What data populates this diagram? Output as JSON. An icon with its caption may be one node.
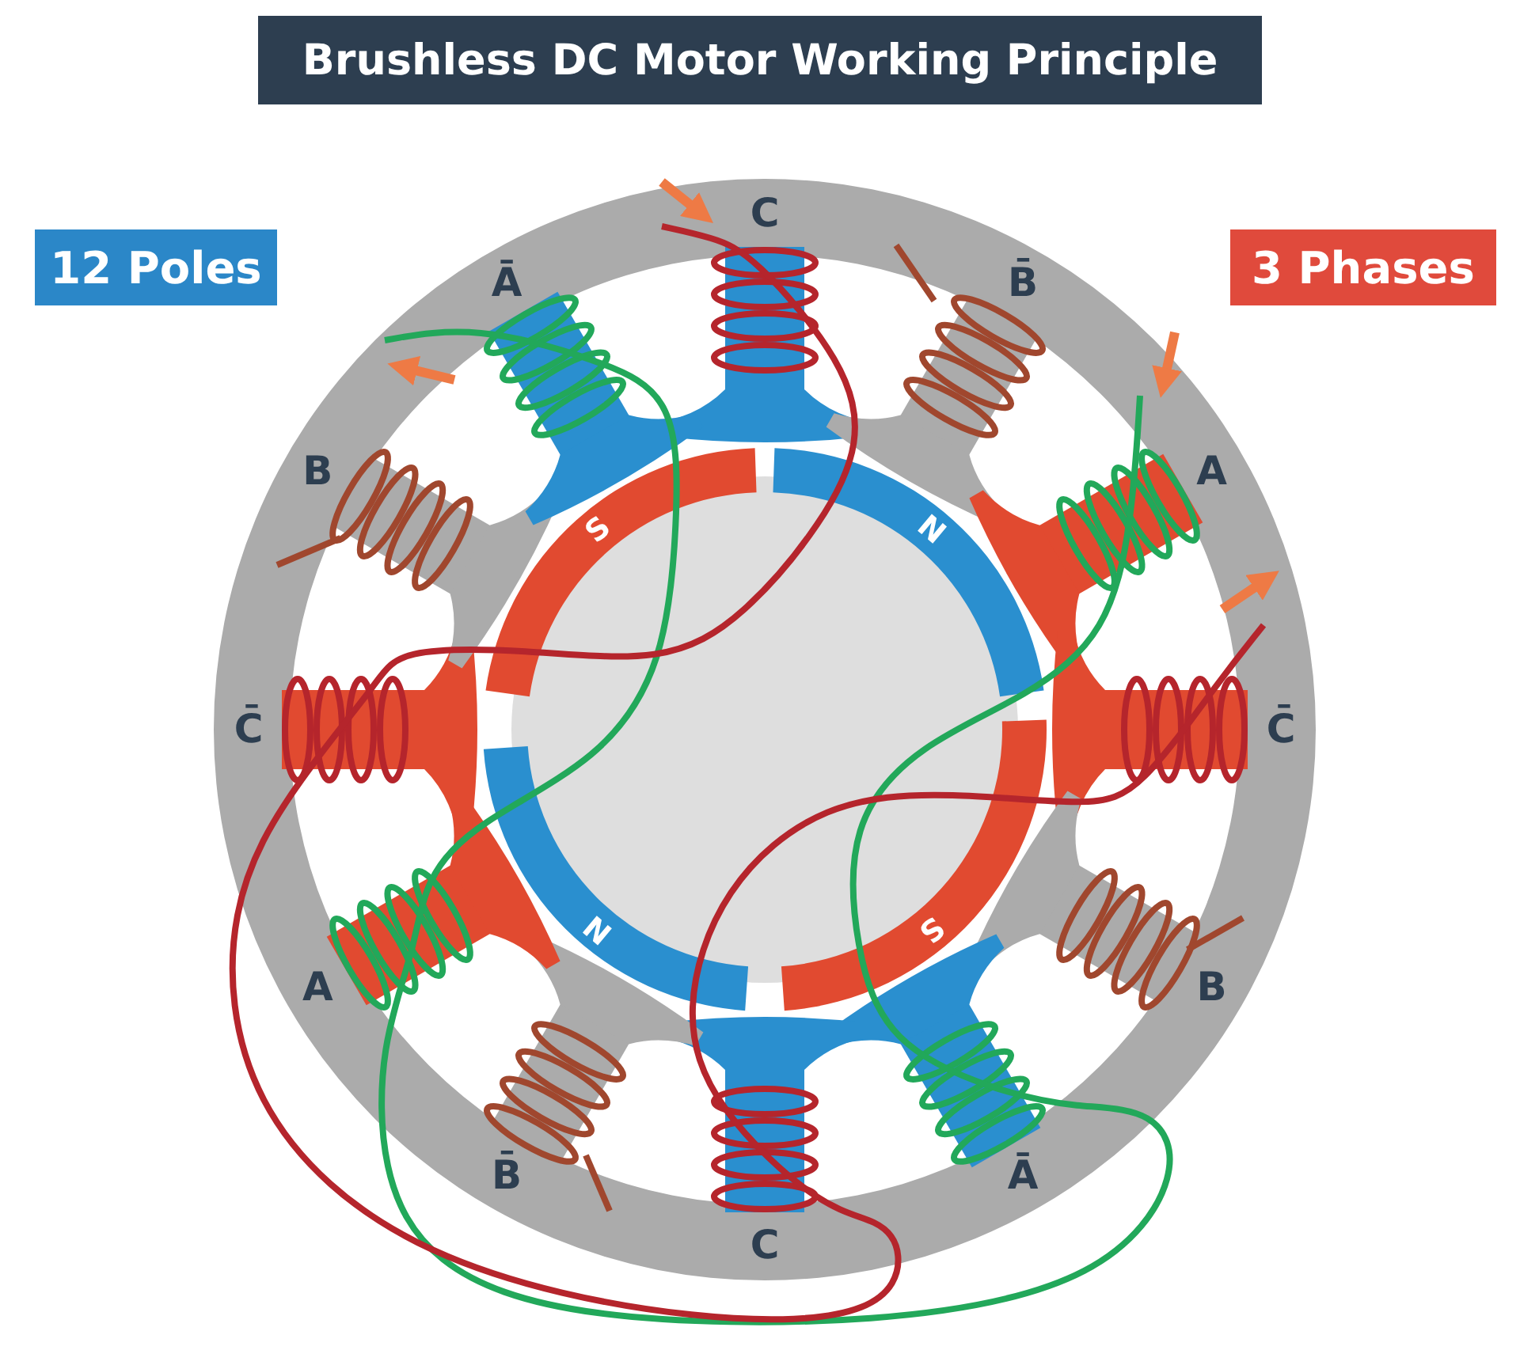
{
  "diagram": {
    "title": "Brushless DC Motor Working Principle",
    "nodes": [
      {
        "text": [
          "12 Poles"
        ]
      },
      {
        "text": [
          "3 Phases"
        ]
      }
    ],
    "labels": [
      "C",
      "Ā",
      "B̄",
      "B",
      "A",
      "S",
      "N",
      "C̄",
      "C̄",
      "N",
      "S",
      "A",
      "B",
      "B̄",
      "Ā",
      "C"
    ]
  }
}
